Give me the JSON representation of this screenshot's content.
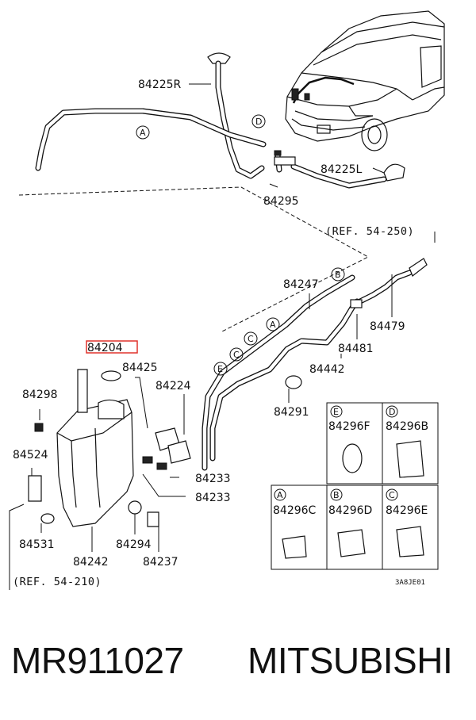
{
  "diagram": {
    "labels": {
      "p84225R": "84225R",
      "p84225L": "84225L",
      "p84295": "84295",
      "p84247": "84247",
      "p84479": "84479",
      "p84481": "84481",
      "p84442": "84442",
      "p84204": "84204",
      "p84425": "84425",
      "p84224": "84224",
      "p84298": "84298",
      "p84291": "84291",
      "p84524": "84524",
      "p84233a": "84233",
      "p84233b": "84233",
      "p84531": "84531",
      "p84294": "84294",
      "p84242": "84242",
      "p84237": "84237",
      "ref_top": "(REF. 54-250)",
      "ref_bottom": "(REF. 54-210)",
      "code": "3A8JE01"
    },
    "callouts": {
      "A1": "A",
      "A2": "A",
      "B1": "B",
      "C1": "C",
      "C2": "C",
      "D1": "D",
      "E1": "E"
    },
    "inset_boxes": [
      {
        "key": "E",
        "label": "84296F"
      },
      {
        "key": "D",
        "label": "84296B"
      },
      {
        "key": "A",
        "label": "84296C"
      },
      {
        "key": "B",
        "label": "84296D"
      },
      {
        "key": "C",
        "label": "84296E"
      }
    ],
    "highlight_color": "#e0322b"
  },
  "caption": {
    "part_number": "MR911027",
    "brand": "MITSUBISHI"
  }
}
